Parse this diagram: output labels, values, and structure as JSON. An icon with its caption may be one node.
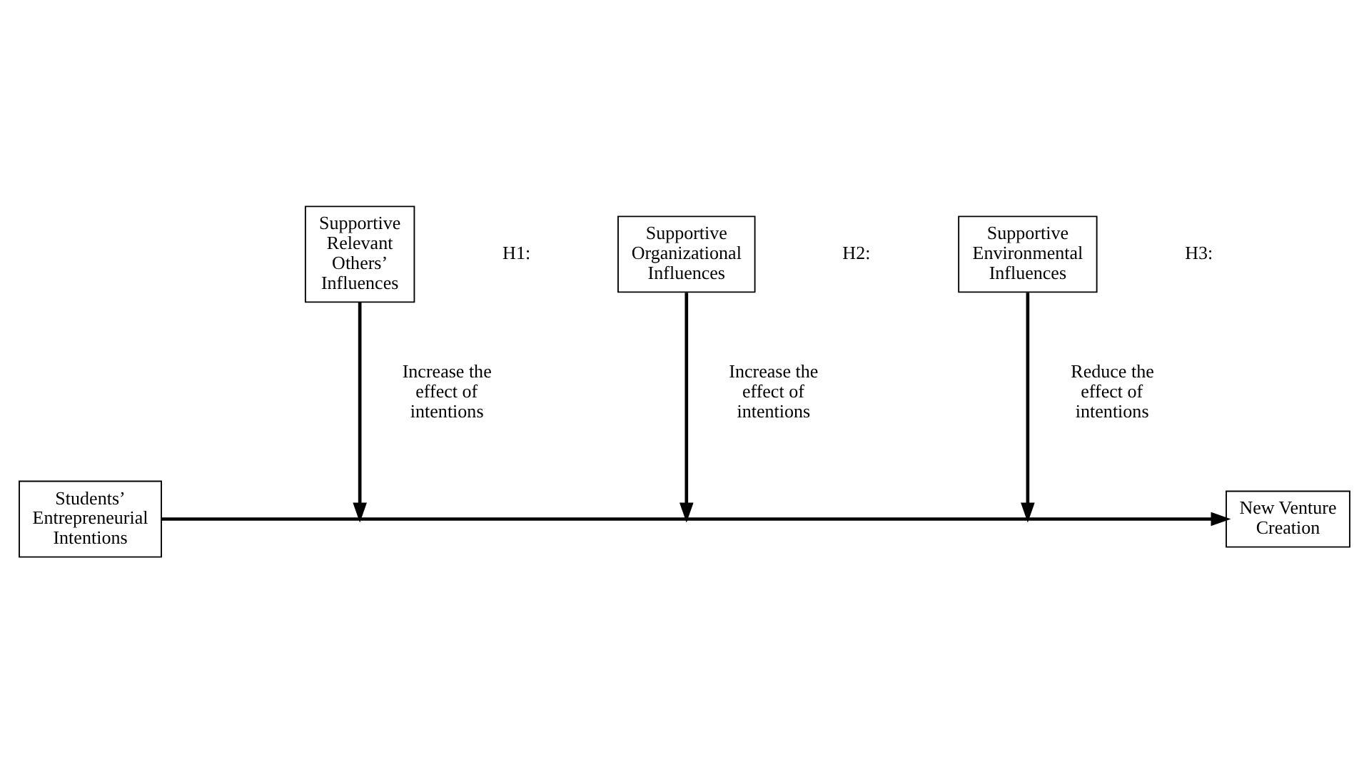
{
  "diagram": {
    "nodes": [
      {
        "text": [
          "Students’ Entrepreneurial Intentions"
        ]
      },
      {
        "text": [
          "Supportive Relevant Others’ Influences"
        ]
      },
      {
        "text": [
          "Supportive Organizational Influences"
        ]
      },
      {
        "text": [
          "Supportive Environmental Influences"
        ]
      },
      {
        "text": [
          "New Venture Creation"
        ]
      }
    ],
    "edges": [
      {
        "from": 0,
        "to": 4,
        "arrow": "to"
      },
      {
        "from": 1,
        "to": null,
        "arrow": "to",
        "label": "Increase the effect of intentions"
      },
      {
        "from": 2,
        "to": null,
        "arrow": "to",
        "label": "Increase the effect of intentions"
      },
      {
        "from": 3,
        "to": null,
        "arrow": "to",
        "label": "Reduce the effect of intentions"
      }
    ],
    "labels": [
      "H1:",
      "H2:",
      "H3:"
    ]
  }
}
